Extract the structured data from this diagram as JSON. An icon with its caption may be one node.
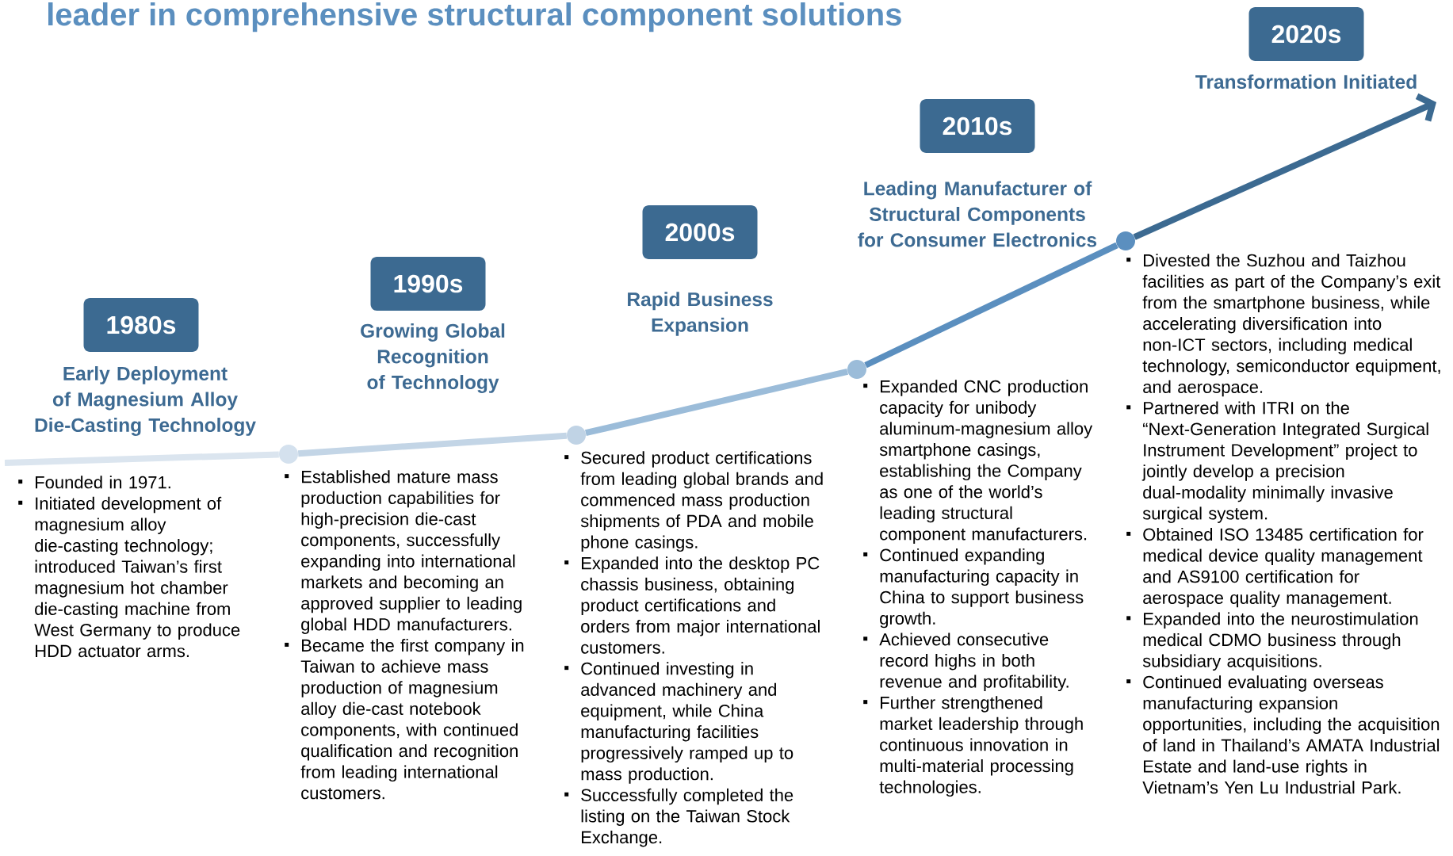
{
  "diagram": {
    "title": "leader in comprehensive structural component solutions",
    "nodes": [
      {
        "text": [
          "1980s",
          "Early Deployment of Magnesium Alloy Die-Casting Technology"
        ],
        "beside": [
          "Founded in 1971.",
          "Initiated development of magnesium alloy die-casting technology; introduced Taiwan’s first magnesium hot chamber die-casting machine from West Germany to produce HDD actuator arms."
        ]
      },
      {
        "text": [
          "1990s",
          "Growing Global Recognition of Technology"
        ],
        "beside": [
          "Established mature mass production capabilities for high-precision die-cast components, successfully expanding into international markets and becoming an approved supplier to leading global HDD manufacturers.",
          "Became the first company in Taiwan to achieve mass production of magnesium alloy die-cast notebook components, with continued qualification and recognition from leading international customers."
        ]
      },
      {
        "text": [
          "2000s",
          "Rapid Business Expansion"
        ],
        "beside": [
          "Secured product certifications from leading global brands and commenced mass production shipments of PDA and mobile phone casings.",
          "Expanded into the desktop PC chassis business, obtaining product certifications and orders from major international customers.",
          "Continued investing in advanced machinery and equipment, while China manufacturing facilities progressively ramped up to mass production.",
          "Successfully completed the listing on the Taiwan Stock Exchange."
        ]
      },
      {
        "text": [
          "2010s",
          "Leading Manufacturer of Structural Components for Consumer Electronics"
        ],
        "beside": [
          "Expanded CNC production capacity for unibody aluminum-magnesium alloy smartphone casings, establishing the Company as one of the world’s leading structural component manufacturers.",
          "Continued expanding manufacturing capacity in China to support business growth.",
          "Achieved consecutive record highs in both revenue and profitability.",
          "Further strengthened market leadership through continuous innovation in multi-material processing technologies."
        ]
      },
      {
        "text": [
          "2020s",
          "Transformation Initiated"
        ],
        "beside": [
          "Divested the Suzhou and Taizhou facilities as part of the Company’s exit from the smartphone business, while accelerating diversification into non-ICT sectors, including medical technology, semiconductor equipment, and aerospace.",
          "Partnered with ITRI on the “Next-Generation Integrated Surgical Instrument Development” project to jointly develop a precision dual-modality minimally invasive surgical system.",
          "Obtained ISO 13485 certification for medical device quality management and AS9100 certification for aerospace quality management.",
          "Expanded into the neurostimulation medical CDMO business through subsidiary acquisitions.",
          "Continued evaluating overseas manufacturing expansion opportunities, including the acquisition of land in Thailand’s AMATA Industrial Estate and land-use rights in Vietnam’s Yen Lu Industrial Park."
        ]
      },
      {
        "text": [],
        "shape": "circle"
      },
      {
        "text": [],
        "shape": "circle"
      },
      {
        "text": [],
        "shape": "circle"
      },
      {
        "text": [],
        "shape": "circle"
      }
    ],
    "edges": [
      {
        "from": null,
        "to": 5,
        "arrow": "none",
        "color": "#dbe5ef"
      },
      {
        "from": 5,
        "to": 6,
        "arrow": "none",
        "color": "#c3d5e6"
      },
      {
        "from": 6,
        "to": 7,
        "arrow": "none",
        "color": "#9bbcd9"
      },
      {
        "from": 7,
        "to": 8,
        "arrow": "none",
        "color": "#5b8fbf"
      },
      {
        "from": 8,
        "to": 4,
        "arrow": "to",
        "color": "#3c6a91"
      }
    ]
  }
}
